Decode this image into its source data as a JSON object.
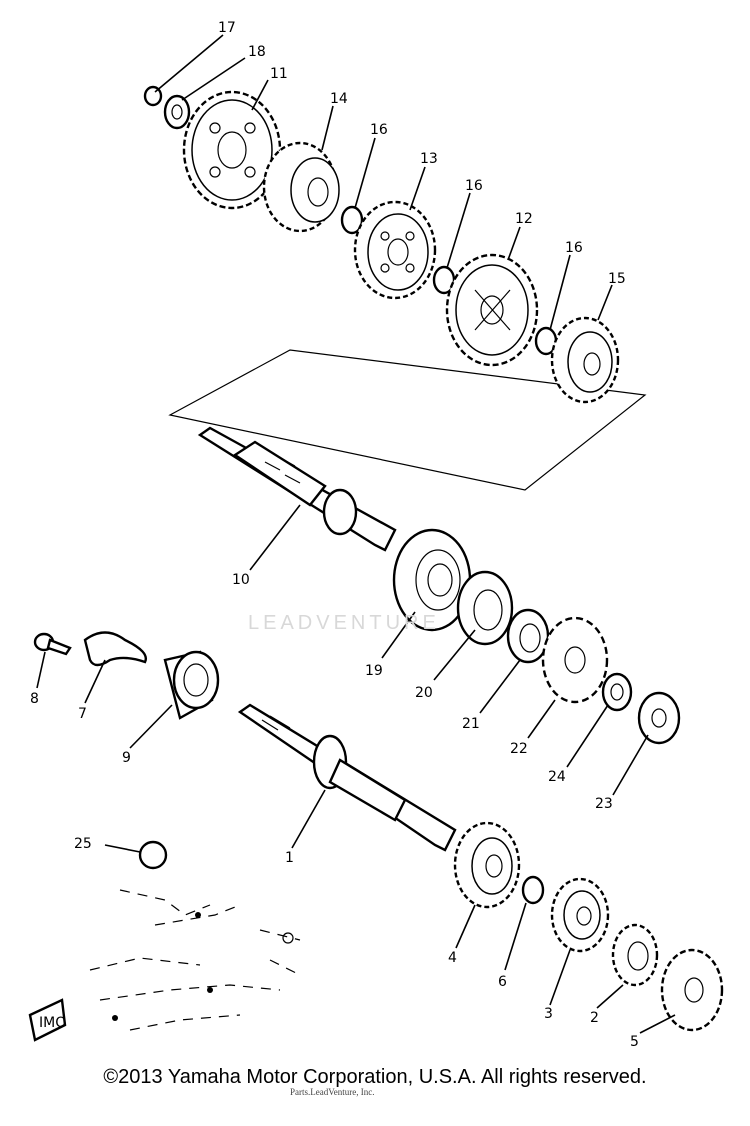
{
  "diagram": {
    "callouts": [
      "17",
      "18",
      "11",
      "14",
      "16",
      "13",
      "16",
      "12",
      "16",
      "15",
      "10",
      "19",
      "20",
      "21",
      "22",
      "24",
      "23",
      "8",
      "7",
      "9",
      "1",
      "25",
      "4",
      "6",
      "3",
      "2",
      "5"
    ]
  },
  "footer": {
    "copyright": "©2013 Yamaha Motor Corporation, U.S.A. All rights reserved.",
    "watermark": "LEADVENTURE",
    "overlay_note": "Parts.LeadVenture, Inc."
  },
  "logo_text": "IMO"
}
